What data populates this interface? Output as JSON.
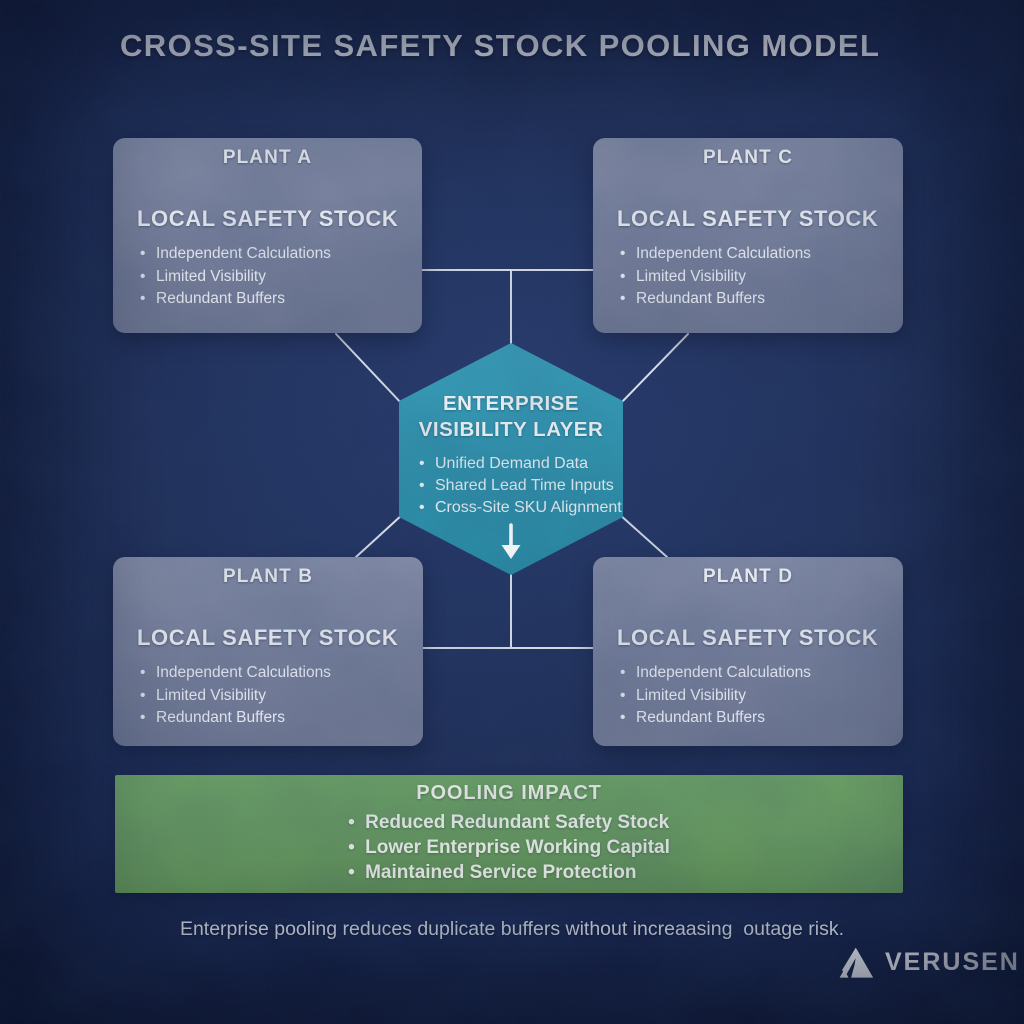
{
  "title": "CROSS-SITE SAFETY STOCK POOLING MODEL",
  "plants": [
    {
      "name": "PLANT A",
      "heading": "LOCAL SAFETY STOCK",
      "bullets": [
        "Independent Calculations",
        "Limited Visibility",
        "Redundant Buffers"
      ]
    },
    {
      "name": "PLANT B",
      "heading": "LOCAL SAFETY STOCK",
      "bullets": [
        "Independent Calculations",
        "Limited Visibility",
        "Redundant Buffers"
      ]
    },
    {
      "name": "PLANT C",
      "heading": "LOCAL SAFETY STOCK",
      "bullets": [
        "Independent Calculations",
        "Limited Visibility",
        "Redundant Buffers"
      ]
    },
    {
      "name": "PLANT D",
      "heading": "LOCAL SAFETY STOCK",
      "bullets": [
        "Independent Calculations",
        "Limited Visibility",
        "Redundant Buffers"
      ]
    }
  ],
  "hub": {
    "title_line1": "ENTERPRISE",
    "title_line2": "VISIBILITY LAYER",
    "bullets": [
      "Unified Demand Data",
      "Shared Lead Time Inputs",
      "Cross-Site SKU Alignment"
    ]
  },
  "impact": {
    "title": "POOLING IMPACT",
    "bullets": [
      "Reduced Redundant Safety Stock",
      "Lower Enterprise Working Capital",
      "Maintained Service Protection"
    ]
  },
  "footer": {
    "caption": "Enterprise pooling reduces duplicate buffers without increaasing  outage risk.",
    "brand": "VERUSEN"
  },
  "icons": {
    "hub_arrow": "down-arrow-icon",
    "brand_mark": "verusen-triangle-icon"
  },
  "colors": {
    "background_navy": "#1e2e58",
    "card_slate": "#757e9a",
    "hub_teal": "#2e93ad",
    "impact_green": "#679a5e",
    "connector_line": "#eef1f7",
    "text_light": "#e9edf5"
  }
}
